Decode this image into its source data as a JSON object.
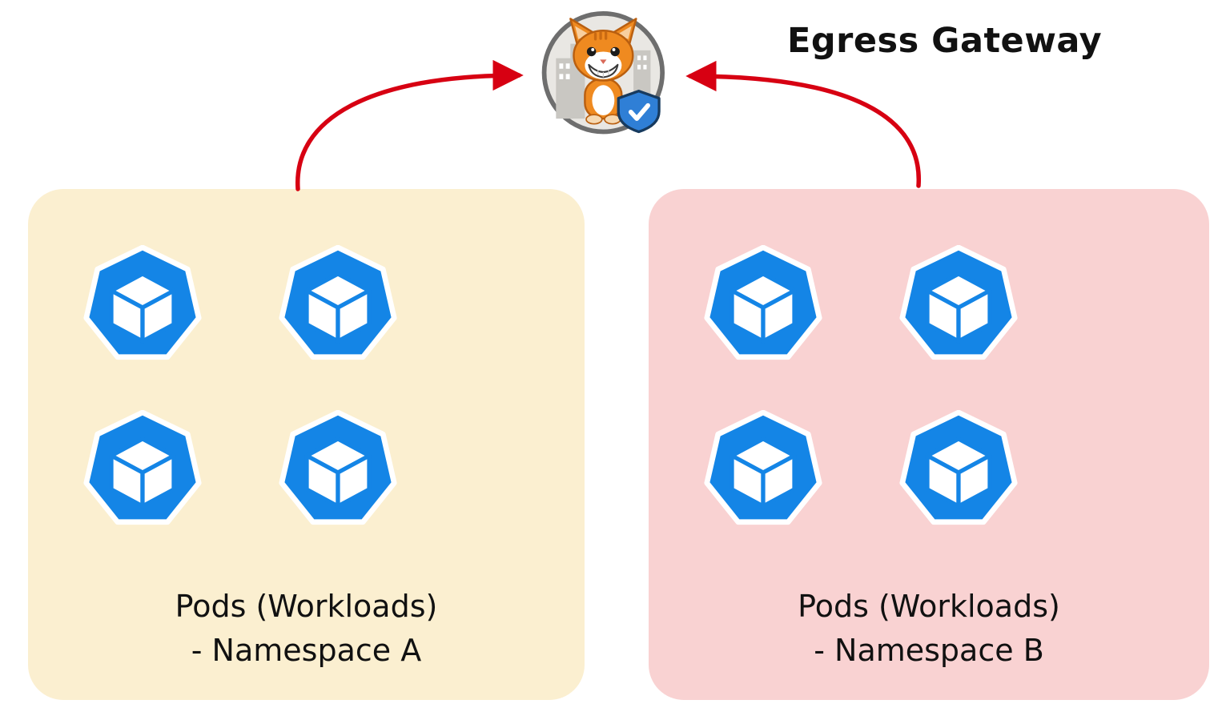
{
  "title": "Egress Gateway",
  "gateway": {
    "label": "Egress Gateway",
    "icon": "egress-gateway-cat-mascot-with-shield-check"
  },
  "namespaces": [
    {
      "id": "A",
      "label_line1": "Pods (Workloads)",
      "label_line2": "- Namespace A",
      "pod_count": 4,
      "pod_icon": "kubernetes-pod-heptagon-cube",
      "bg_color": "#FBEFD0"
    },
    {
      "id": "B",
      "label_line1": "Pods (Workloads)",
      "label_line2": "- Namespace B",
      "pod_count": 4,
      "pod_icon": "kubernetes-pod-heptagon-cube",
      "bg_color": "#F9D2D2"
    }
  ],
  "arrows": [
    {
      "from": "namespace-a",
      "to": "egress-gateway",
      "color": "#D70012"
    },
    {
      "from": "namespace-b",
      "to": "egress-gateway",
      "color": "#D70012"
    }
  ],
  "colors": {
    "arrow": "#D70012",
    "pod_blue": "#1485E6",
    "ns_a_bg": "#FBEFD0",
    "ns_b_bg": "#F9D2D2",
    "text": "#111111",
    "background": "#FFFFFF"
  }
}
